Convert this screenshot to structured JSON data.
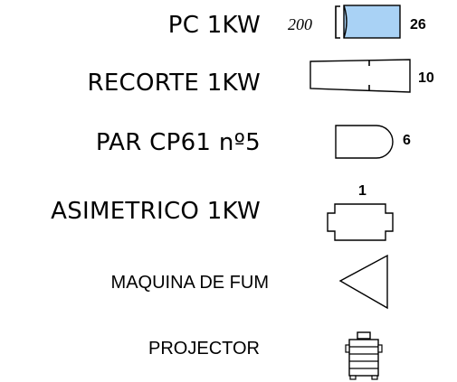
{
  "legend": {
    "items": [
      {
        "label": "PC 1KW",
        "extra": "200",
        "count": "26",
        "icon": "fresnel-pc-spotlight-icon",
        "fill": "#a9d2f5"
      },
      {
        "label": "RECORTE 1KW",
        "count": "10",
        "icon": "profile-spot-icon"
      },
      {
        "label": "PAR CP61 nº5",
        "count": "6",
        "icon": "par-can-icon"
      },
      {
        "label": "ASIMETRICO 1KW",
        "count": "1",
        "icon": "asymmetric-flood-icon"
      },
      {
        "label": "MAQUINA DE FUM",
        "icon": "smoke-machine-icon"
      },
      {
        "label": "PROJECTOR",
        "icon": "projector-icon"
      }
    ]
  }
}
